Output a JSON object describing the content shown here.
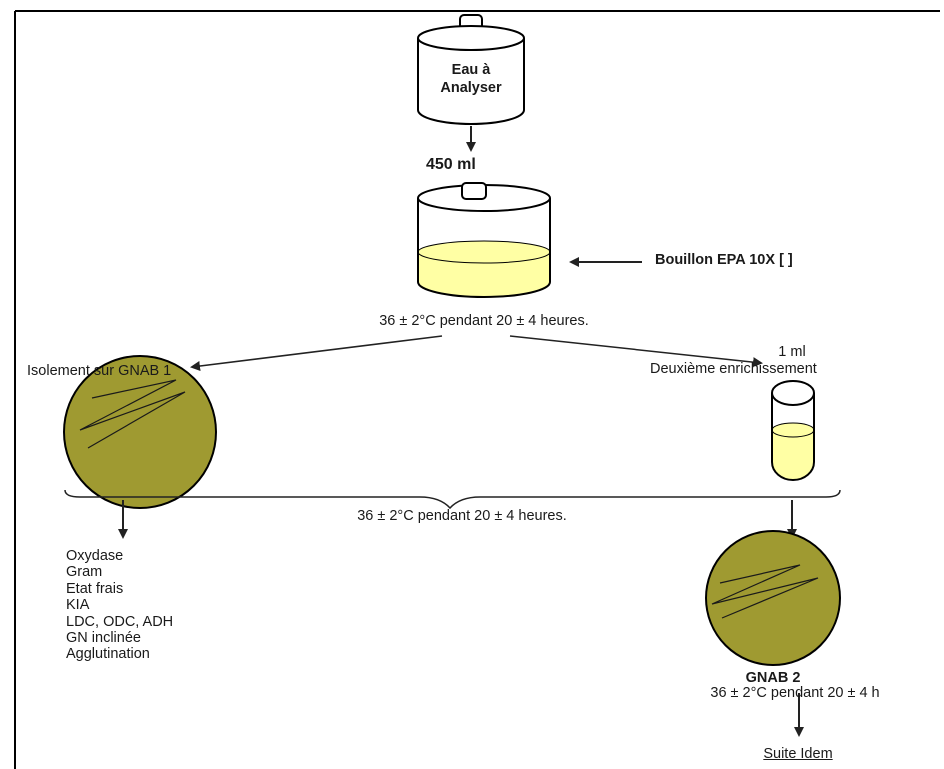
{
  "colors": {
    "border": "#000000",
    "broth": "#ffffa4",
    "agar": "#9f9a31",
    "line": "#222222"
  },
  "bottle_label": {
    "line1": "Eau à",
    "line2": "Analyser"
  },
  "volume_label": "450 ml",
  "broth_label": "Bouillon EPA 10X [ ]",
  "incubation_1": "36 ± 2°C pendant 20 ± 4 heures.",
  "left_branch_label": "Isolement sur GNAB 1",
  "right_branch": {
    "volume": "1 ml",
    "label": "Deuxième enrichissement"
  },
  "incubation_2": "36 ± 2°C pendant 20 ± 4 heures.",
  "tests": [
    "Oxydase",
    "Gram",
    "Etat frais",
    "KIA",
    "LDC, ODC, ADH",
    "GN inclinée",
    "Agglutination"
  ],
  "gnab2": {
    "name": "GNAB 2",
    "incubation": "36 ± 2°C pendant 20 ± 4 h"
  },
  "final_label": "Suite Idem"
}
